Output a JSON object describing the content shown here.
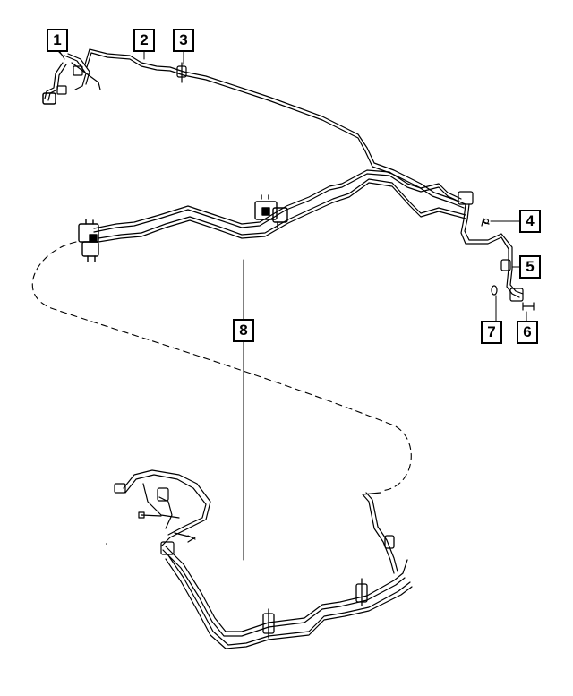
{
  "callouts": [
    {
      "id": "c1",
      "label": "1"
    },
    {
      "id": "c2",
      "label": "2"
    },
    {
      "id": "c3",
      "label": "3"
    },
    {
      "id": "c4",
      "label": "4"
    },
    {
      "id": "c5",
      "label": "5"
    },
    {
      "id": "c6",
      "label": "6"
    },
    {
      "id": "c7",
      "label": "7"
    },
    {
      "id": "c8",
      "label": "8"
    }
  ],
  "colors": {
    "line": "#000000",
    "background": "#ffffff"
  }
}
